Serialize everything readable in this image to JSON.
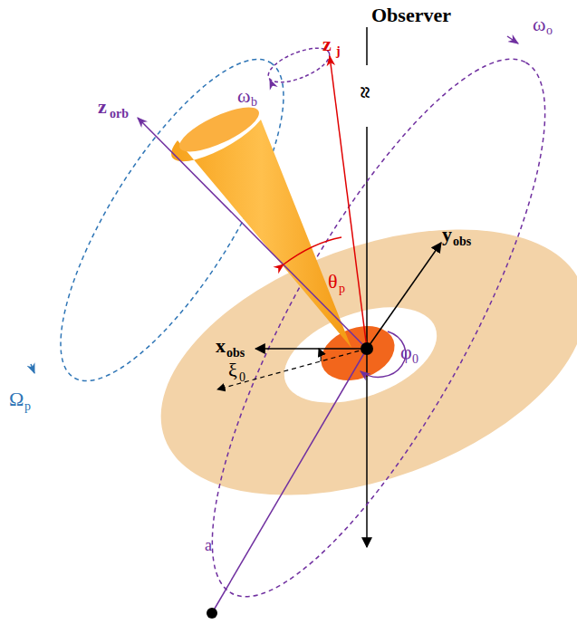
{
  "diagram": {
    "labels": [
      "Observer",
      "≈",
      "z",
      "j",
      "ω",
      "b",
      "ω",
      "o",
      "z",
      "orb",
      "y",
      "obs",
      "x",
      "obs",
      "θ",
      "p",
      "ξ",
      "0",
      "φ",
      "0",
      "Ω",
      "p",
      "a"
    ]
  }
}
